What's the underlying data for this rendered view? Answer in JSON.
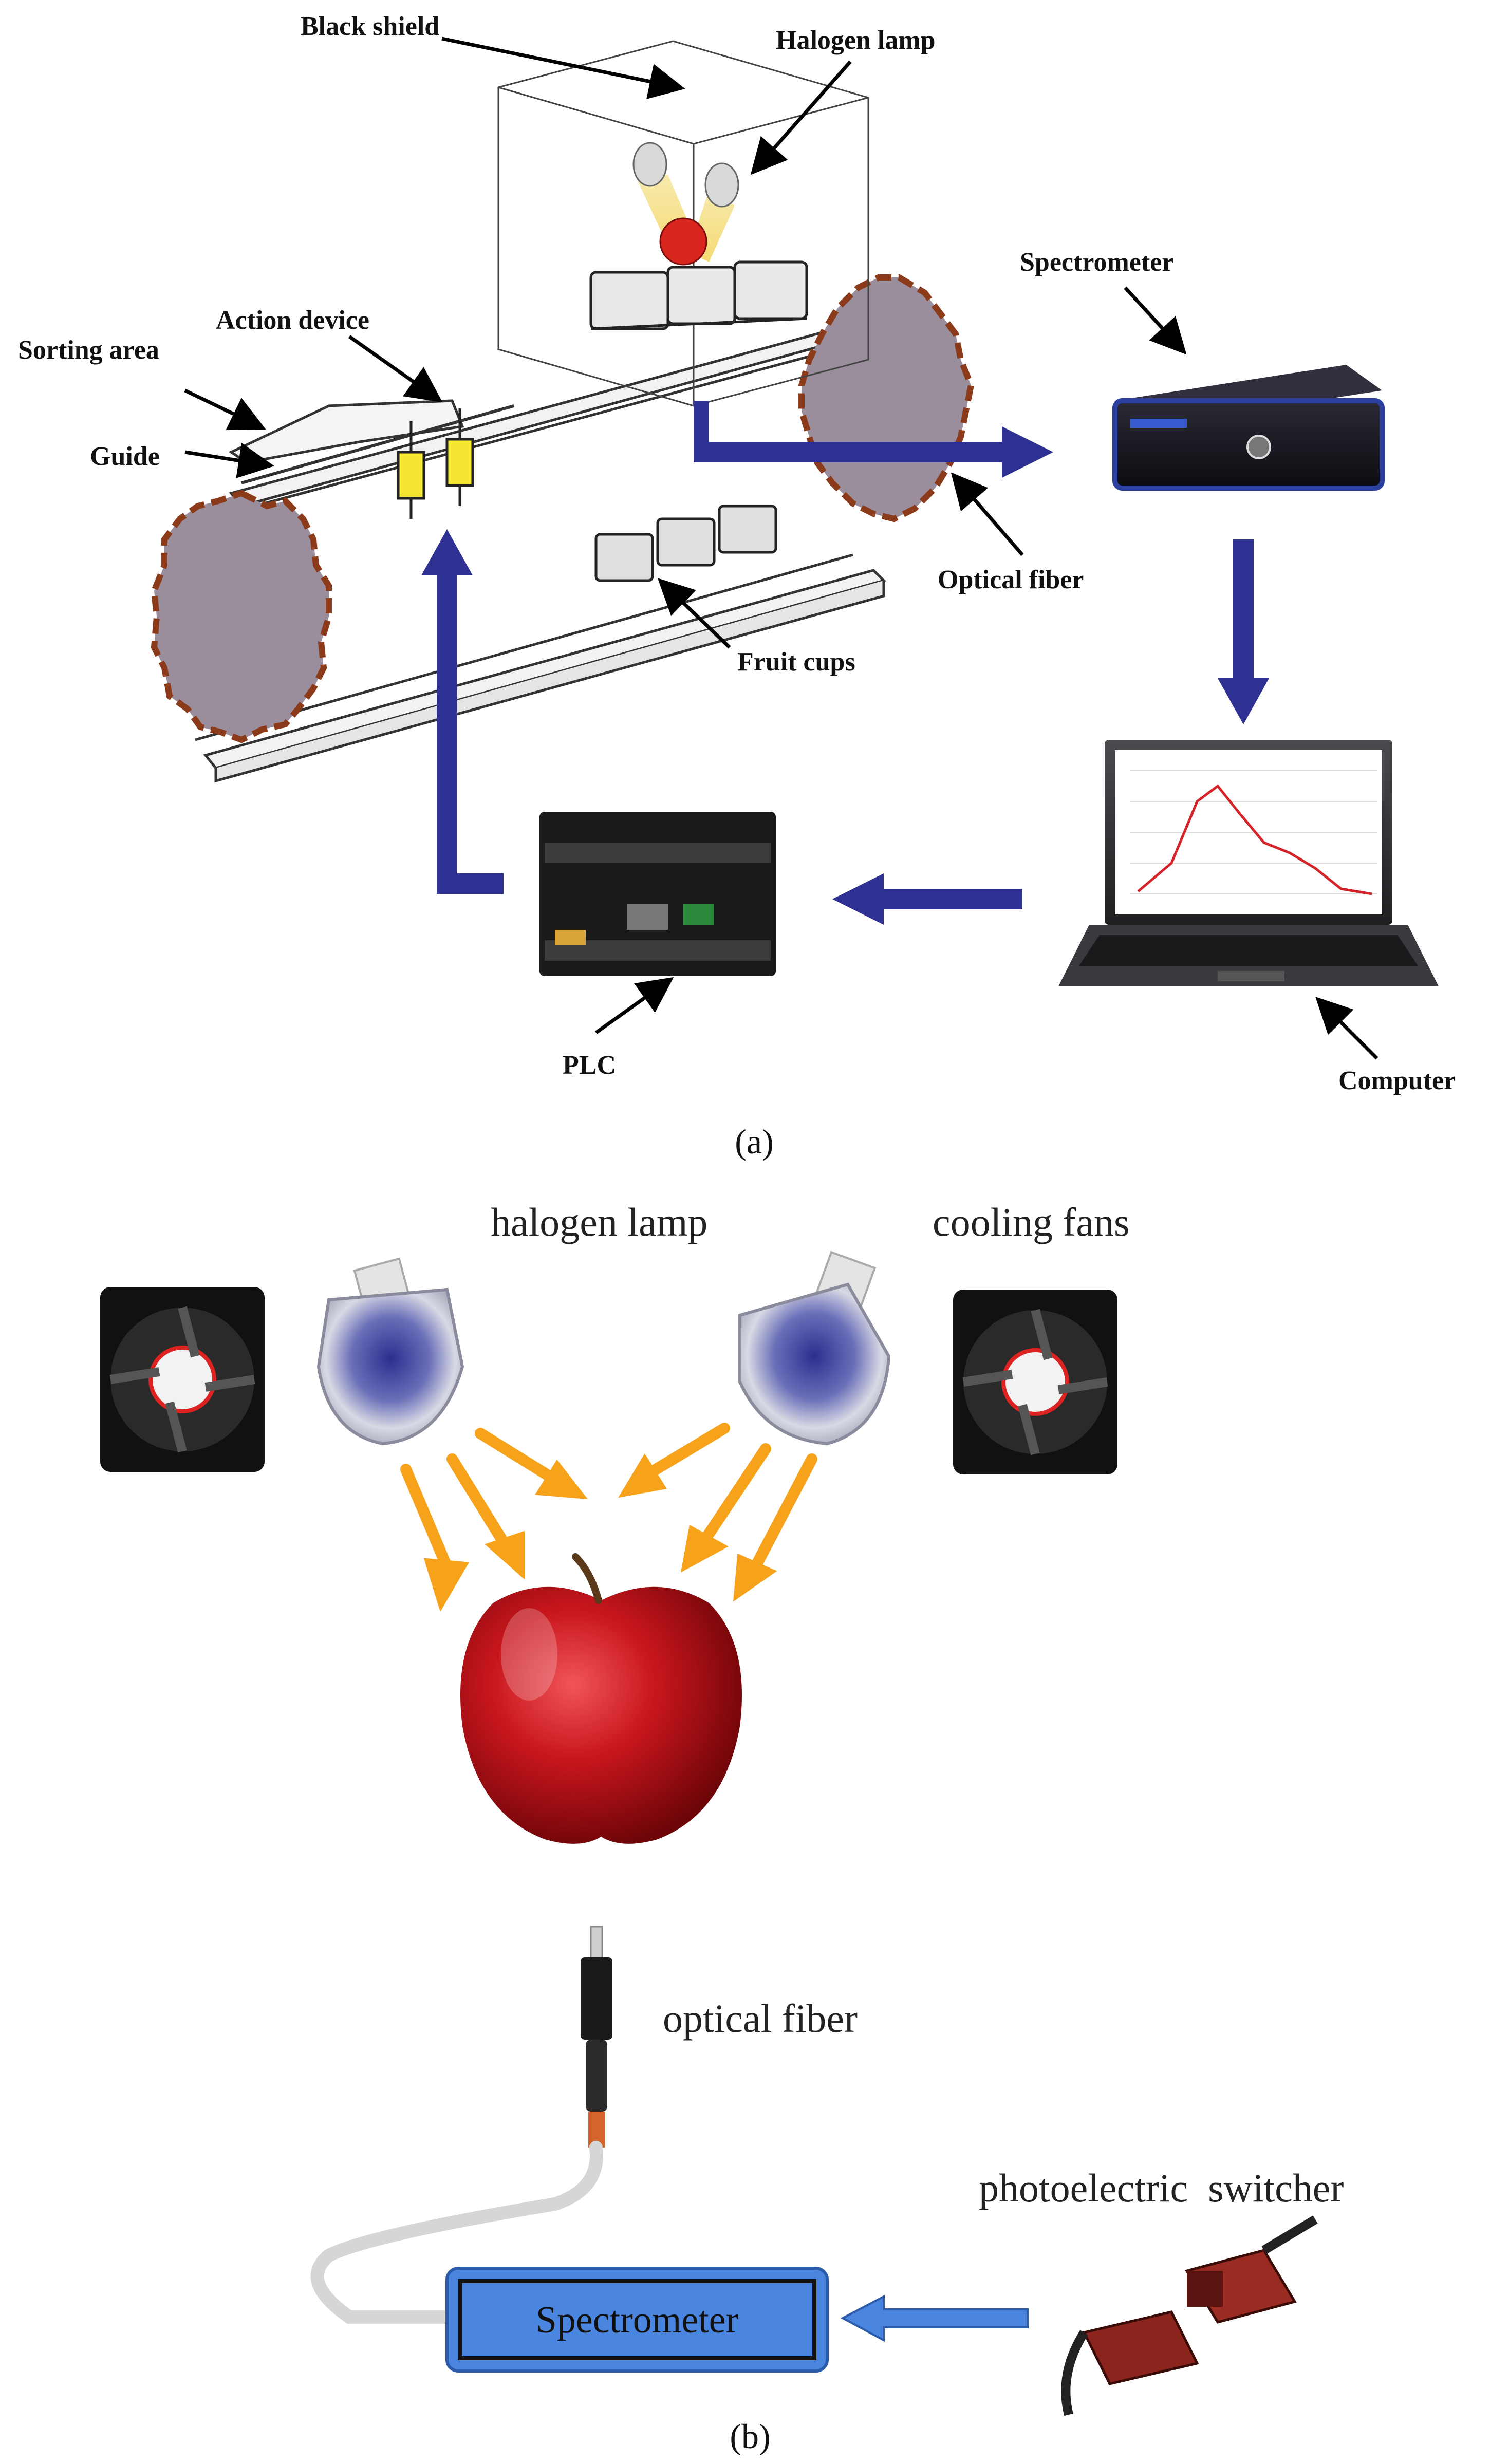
{
  "panel_a": {
    "caption": "(a)",
    "labels": {
      "black_shield": "Black shield",
      "halogen_lamp": "Halogen lamp",
      "spectrometer": "Spectrometer",
      "action_device": "Action device",
      "sorting_area": "Sorting area",
      "guide": "Guide",
      "optical_fiber": "Optical fiber",
      "fruit_cups": "Fruit cups",
      "plc": "PLC",
      "computer": "Computer"
    }
  },
  "panel_b": {
    "caption": "(b)",
    "labels": {
      "halogen_lamp": "halogen lamp",
      "cooling_fans": "cooling fans",
      "optical_fiber": "optical fiber",
      "photoelectric_switcher": "photoelectric  switcher",
      "spectrometer_box": "Spectrometer"
    }
  },
  "colors": {
    "flow_arrow": "#2e3192",
    "light_ray": "#f7a21b",
    "spectrometer_fill": "#4a86e0",
    "sprocket": "#9a8e9c",
    "sprocket_edge": "#8b3a1a",
    "apple_red": "#c8161d",
    "lamp_glass": "#c7c9d6"
  }
}
